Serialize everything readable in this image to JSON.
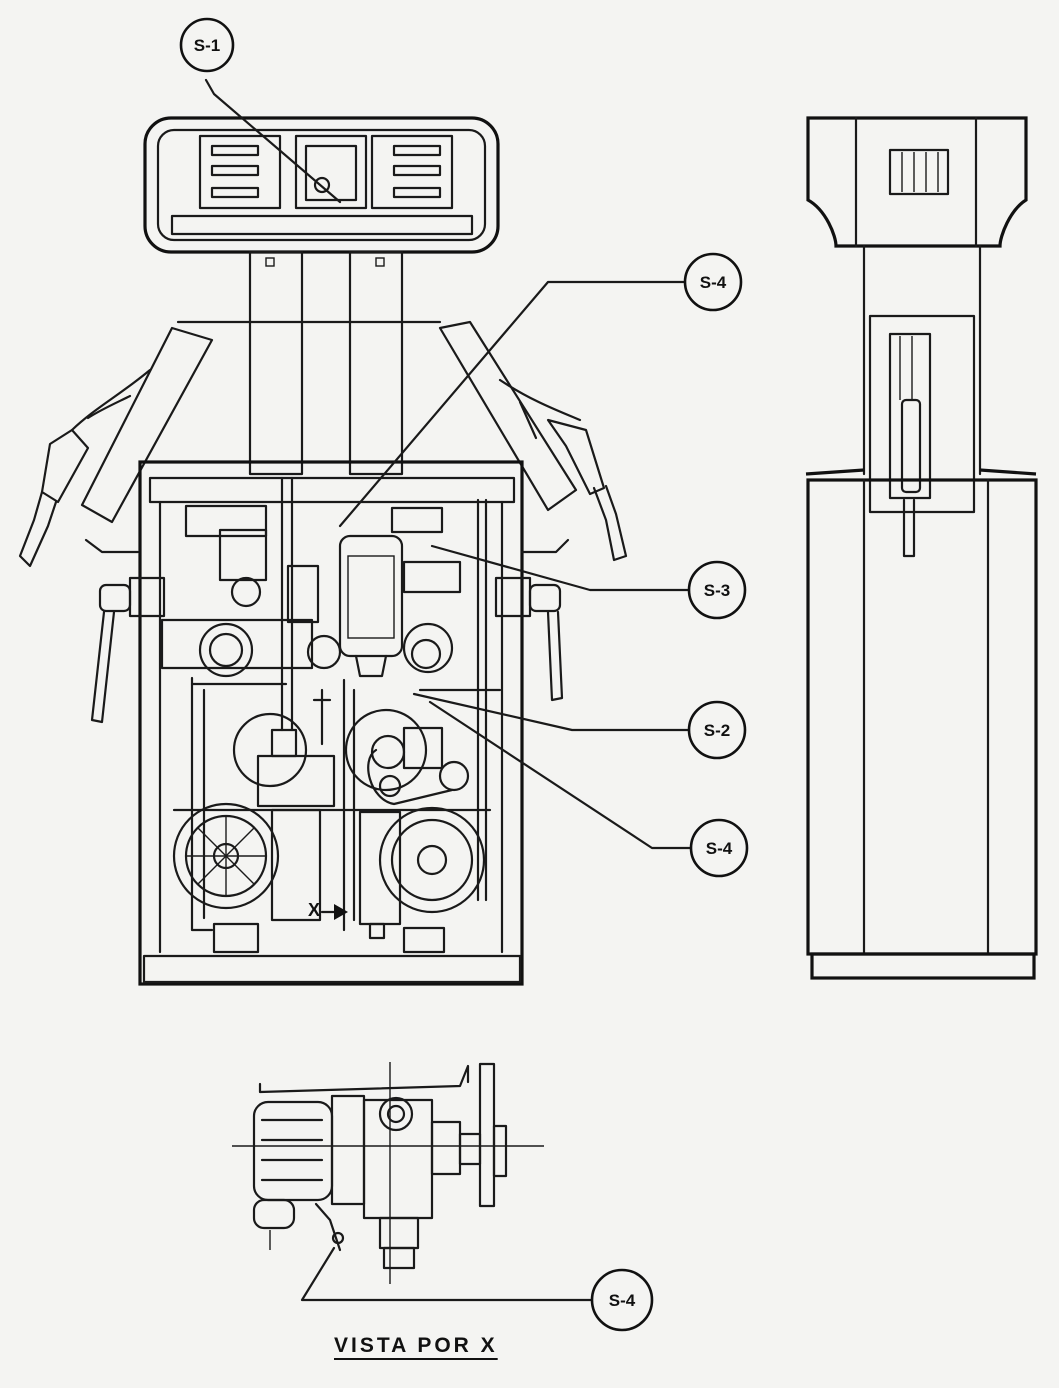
{
  "callouts": {
    "s1": "S-1",
    "s4_top": "S-4",
    "s3": "S-3",
    "s2": "S-2",
    "s4_mid": "S-4",
    "s4_bottom": "S-4"
  },
  "caption": "VISTA POR X",
  "view_marker": "X"
}
